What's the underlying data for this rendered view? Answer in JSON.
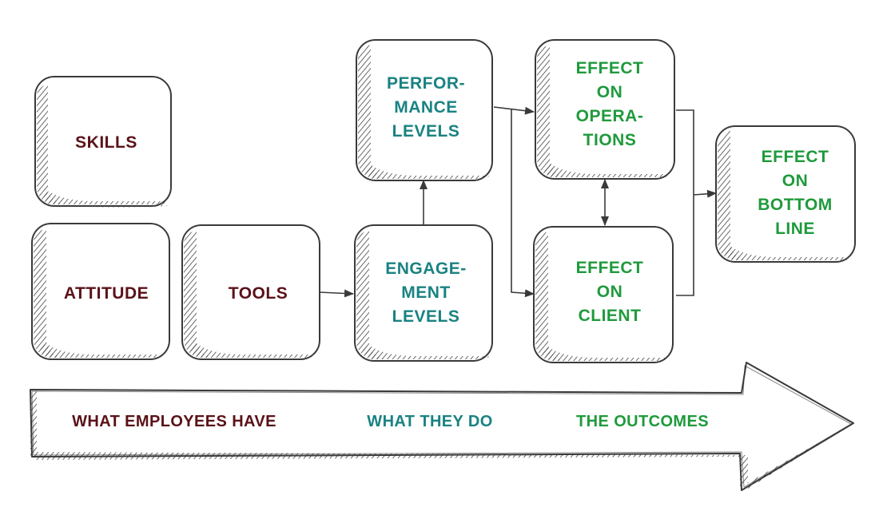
{
  "colors": {
    "have": "#5a1218",
    "do": "#1a8282",
    "outcome": "#1f9a3c",
    "stroke": "#3a3a3a",
    "hatch": "#4a4a4a"
  },
  "boxes": {
    "skills": {
      "lines": [
        "SKILLS"
      ],
      "group": "have"
    },
    "attitude": {
      "lines": [
        "ATTITUDE"
      ],
      "group": "have"
    },
    "tools": {
      "lines": [
        "TOOLS"
      ],
      "group": "have"
    },
    "performance": {
      "lines": [
        "PERFOR-",
        "MANCE",
        "LEVELS"
      ],
      "group": "do"
    },
    "engagement": {
      "lines": [
        "ENGAGE-",
        "MENT",
        "LEVELS"
      ],
      "group": "do"
    },
    "operations": {
      "lines": [
        "EFFECT",
        "ON",
        "OPERA-",
        "TIONS"
      ],
      "group": "outcome"
    },
    "client": {
      "lines": [
        "EFFECT",
        "ON",
        "CLIENT"
      ],
      "group": "outcome"
    },
    "bottom_line": {
      "lines": [
        "EFFECT",
        "ON",
        "BOTTOM",
        "LINE"
      ],
      "group": "outcome"
    }
  },
  "band": {
    "have_label": "WHAT EMPLOYEES HAVE",
    "do_label": "WHAT THEY DO",
    "outcome_label": "THE OUTCOMES"
  }
}
